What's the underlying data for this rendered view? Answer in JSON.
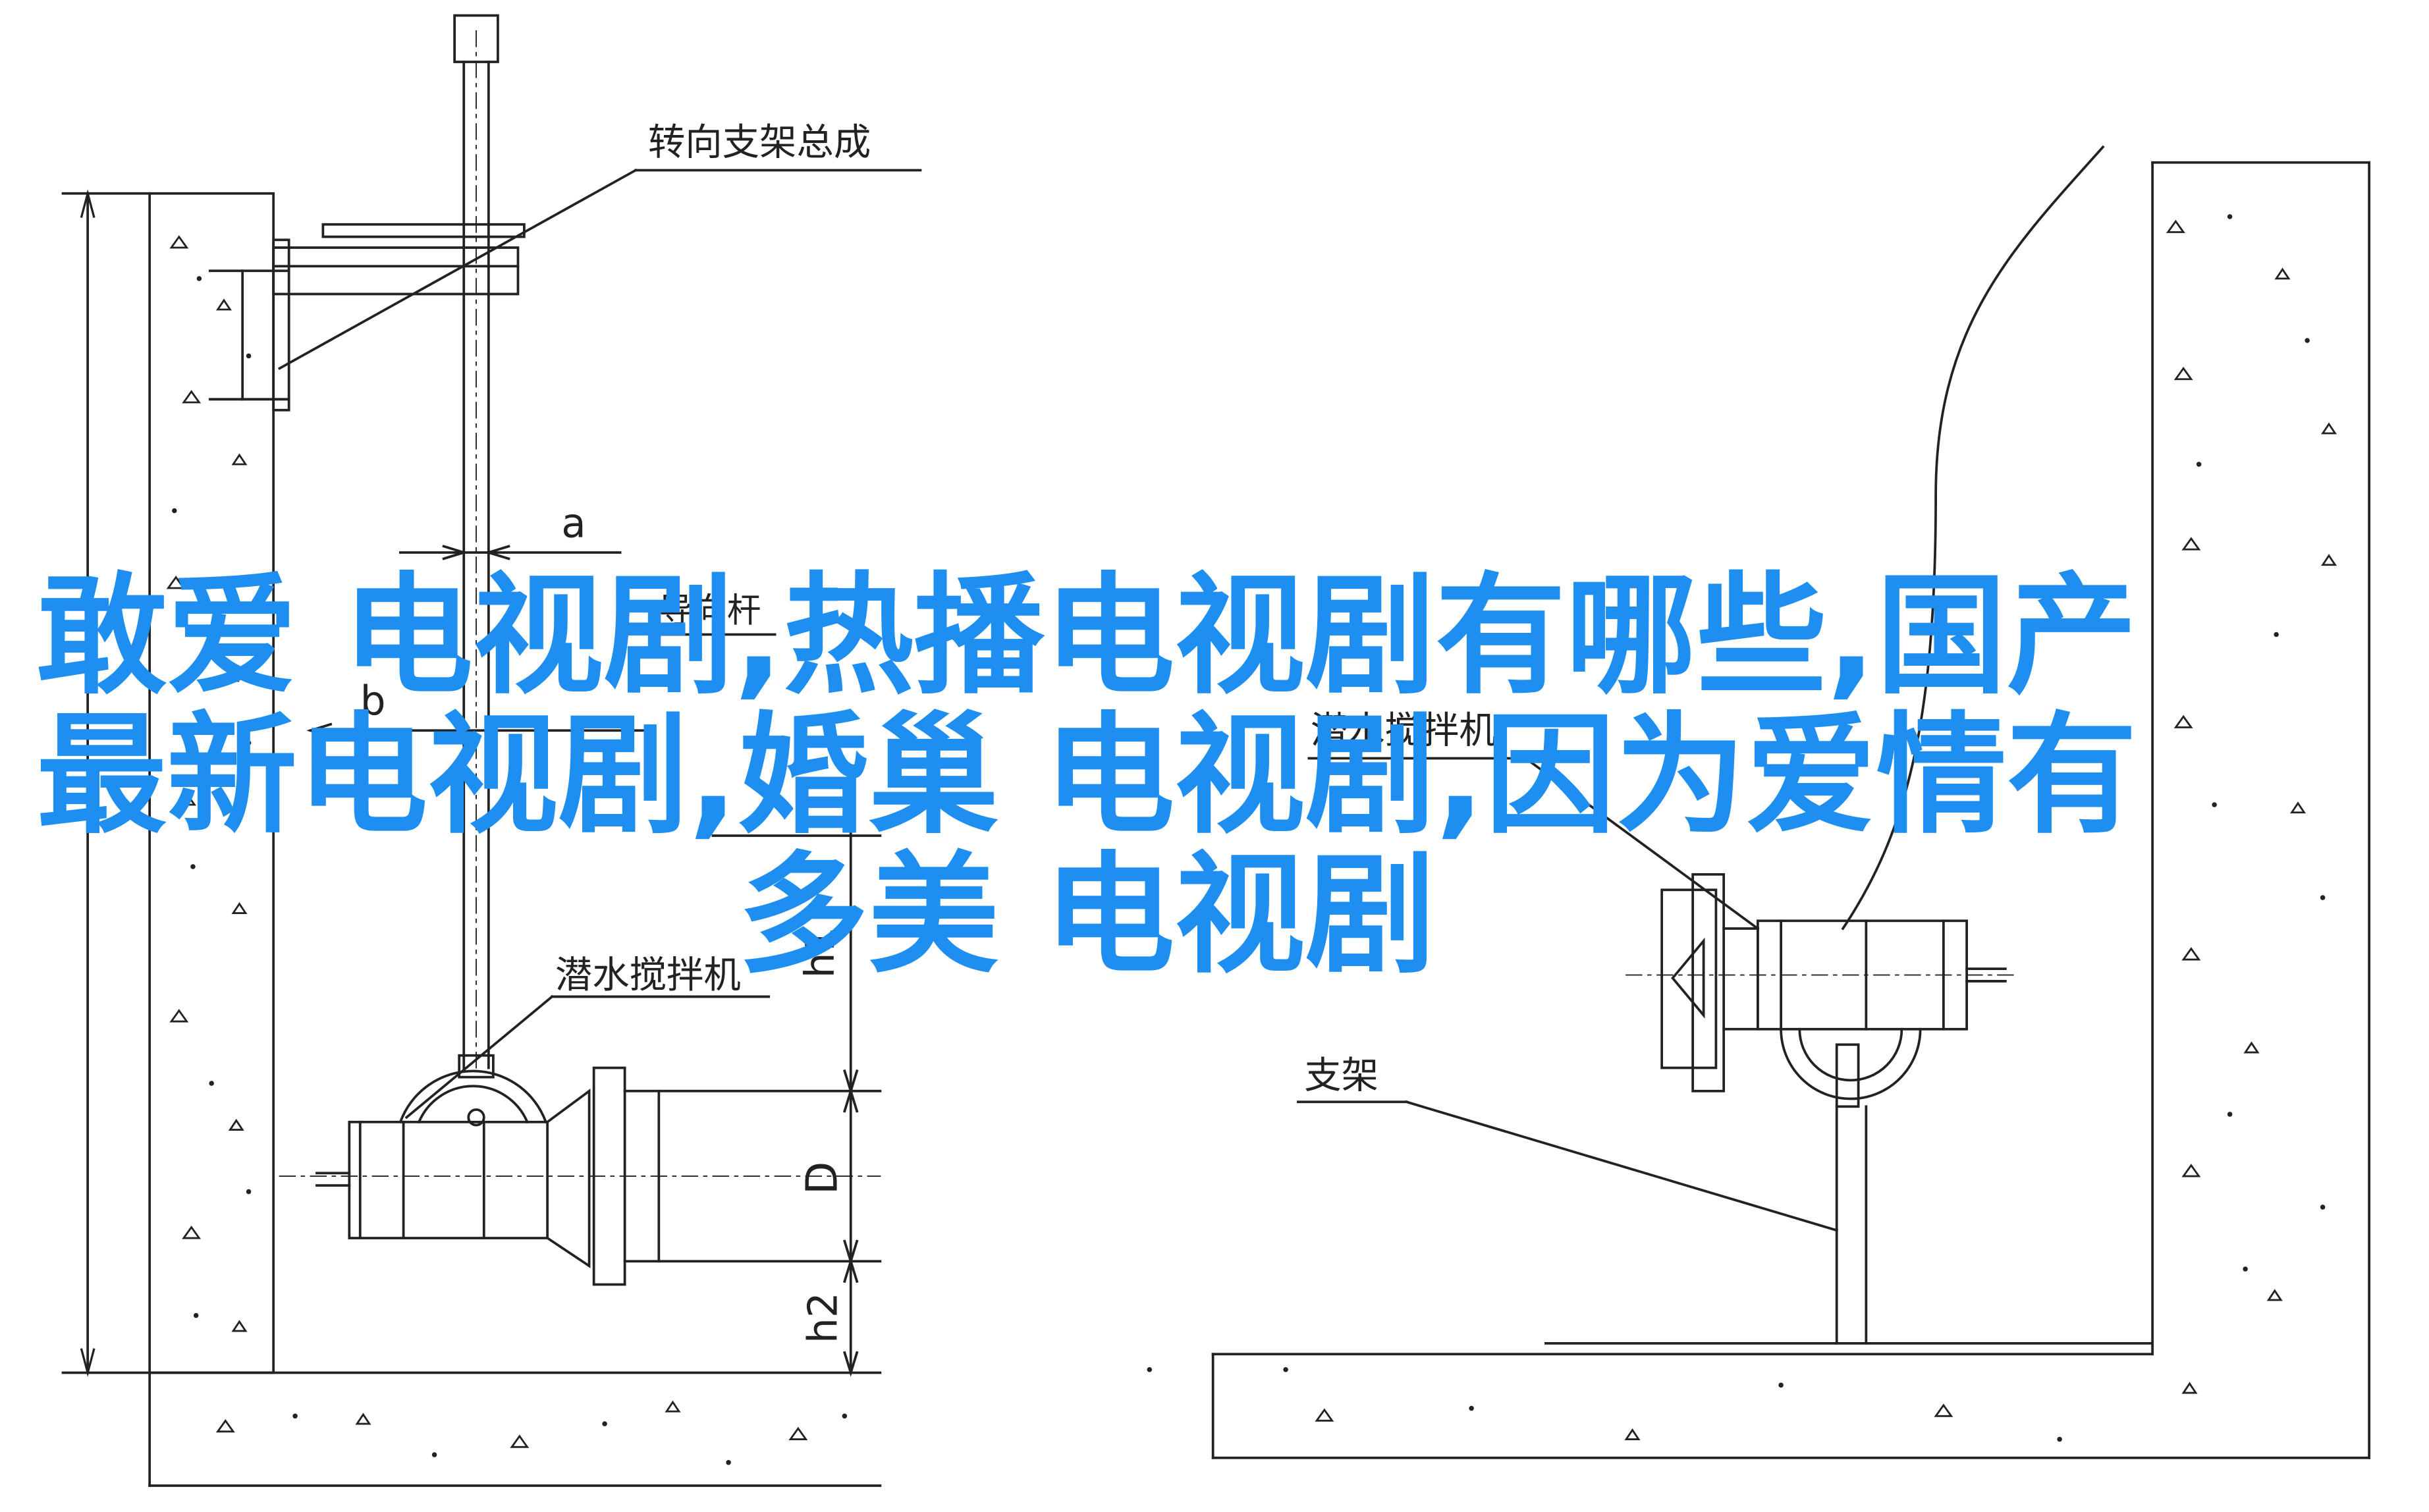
{
  "diagram": {
    "labels": {
      "steering_bracket": "转向支架总成",
      "guide_rod": "导向杆",
      "mixer_label_1": "潜水搅拌机",
      "mixer_label_2": "潜水搅拌机",
      "support": "支架"
    },
    "dimensions": {
      "a": "a",
      "b": "b",
      "h1": "h1",
      "D": "D",
      "h2": "h2"
    }
  },
  "overlay": {
    "title": "敢爱 电视剧,热播电视剧有哪些,国产最新电视剧,婚巢 电视剧,因为爱情有多美 电视剧"
  },
  "colors": {
    "overlay_text": "#1e8ff0",
    "line": "#222222",
    "background": "#ffffff"
  }
}
